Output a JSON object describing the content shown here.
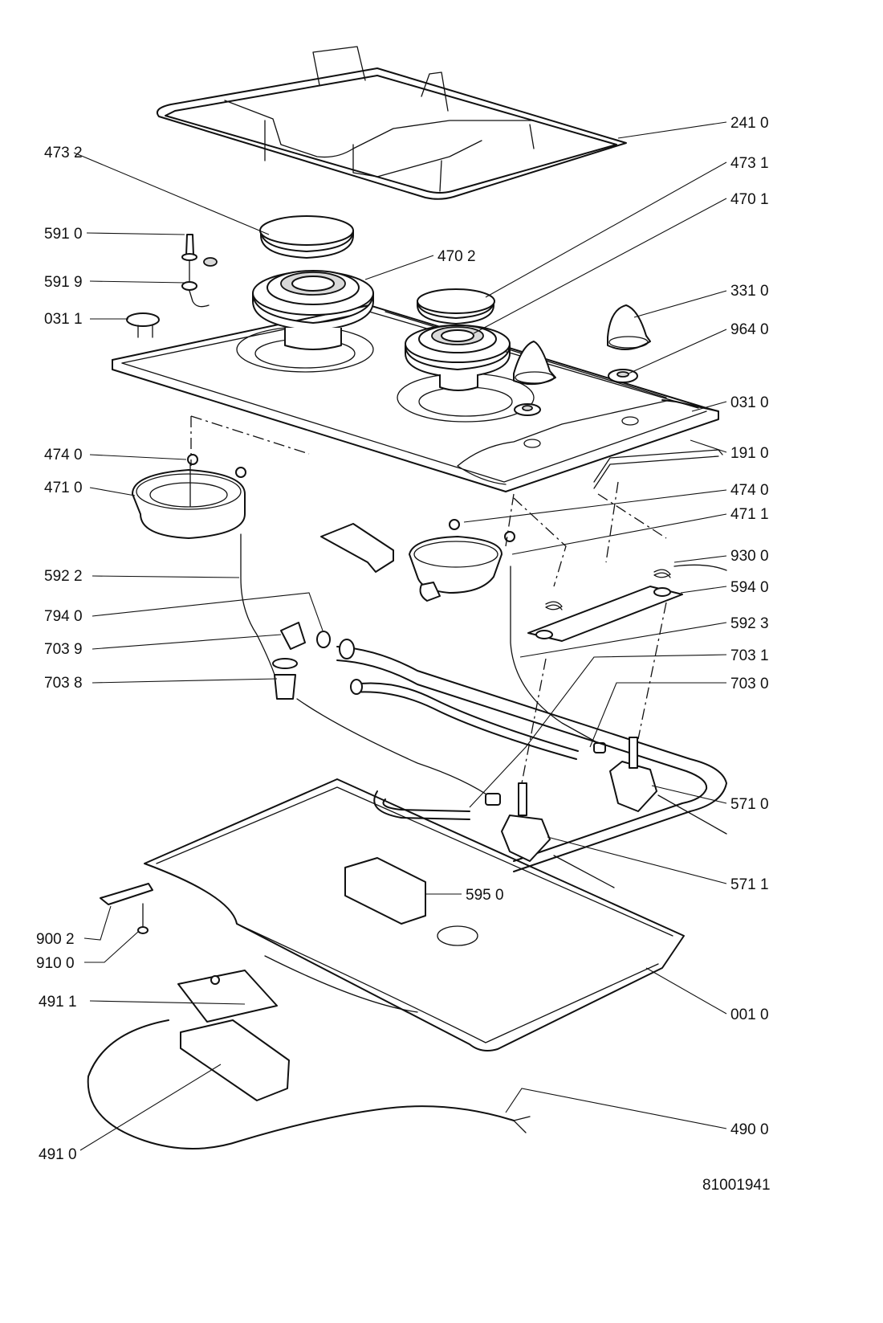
{
  "drawing_number": "81001941",
  "parts": [
    {
      "code": "241 0"
    },
    {
      "code": "473 2"
    },
    {
      "code": "473 1"
    },
    {
      "code": "470 1"
    },
    {
      "code": "591 0"
    },
    {
      "code": "470 2"
    },
    {
      "code": "591 9"
    },
    {
      "code": "331 0"
    },
    {
      "code": "031 1"
    },
    {
      "code": "964 0"
    },
    {
      "code": "031 0"
    },
    {
      "code": "474 0"
    },
    {
      "code": "191 0"
    },
    {
      "code": "471 0"
    },
    {
      "code": "474 0"
    },
    {
      "code": "471 1"
    },
    {
      "code": "930 0"
    },
    {
      "code": "592 2"
    },
    {
      "code": "594 0"
    },
    {
      "code": "794 0"
    },
    {
      "code": "592 3"
    },
    {
      "code": "703 9"
    },
    {
      "code": "703 1"
    },
    {
      "code": "703 8"
    },
    {
      "code": "703 0"
    },
    {
      "code": "571 0"
    },
    {
      "code": "571 1"
    },
    {
      "code": "595 0"
    },
    {
      "code": "900 2"
    },
    {
      "code": "910 0"
    },
    {
      "code": "001 0"
    },
    {
      "code": "491 1"
    },
    {
      "code": "490 0"
    },
    {
      "code": "491 0"
    }
  ]
}
